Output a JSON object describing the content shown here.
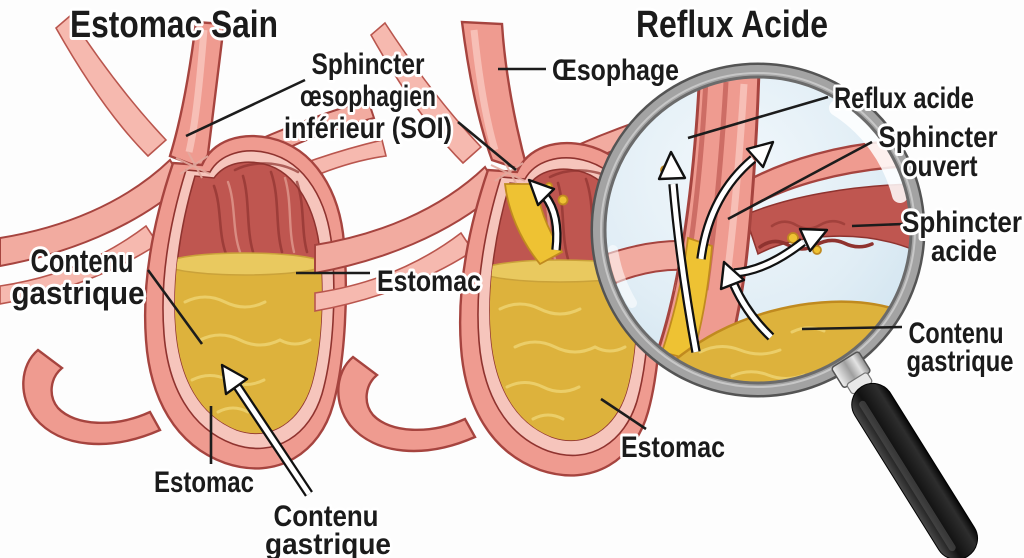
{
  "titles": {
    "healthy": "Estomac Sain",
    "reflux": "Reflux Acide"
  },
  "labels": {
    "soi": [
      "Sphincter",
      "œsophagien",
      "inférieur (SOI)"
    ],
    "oesophage": "Œsophage",
    "reflux_acide": "Reflux acide",
    "sphincter_ouvert": [
      "Sphincter",
      "ouvert"
    ],
    "sphincter_acide": [
      "Sphincter",
      "acide"
    ],
    "contenu_left": [
      "Contenu",
      "gastrique"
    ],
    "contenu_right": [
      "Contenu",
      "gastrique"
    ],
    "contenu_bottom": [
      "Contenu",
      "gastrique"
    ],
    "estomac_center": "Estomac",
    "estomac_left": "Estomac",
    "estomac_bottom": "Estomac"
  },
  "icons": {
    "magnifier": "magnifying-glass",
    "arrows": "reflux-direction-arrow"
  },
  "colors": {
    "background": "#fdfdfd",
    "text": "#1b1b1b",
    "leader_line": "#1c1c1c",
    "wall_outer": "#ef9b90",
    "wall_light": "#f6c5bc",
    "wall_outline": "#a6443f",
    "mucosa_dark": "#bf5650",
    "mucosa_line": "#8f332f",
    "gastric_yellow": "#ddb23c",
    "gastric_light": "#ecd06e",
    "acid_bright": "#eec233",
    "acid_outline": "#c08a1f",
    "lens_glass": "#d9eaf4",
    "lens_rim": "#9a9a9a",
    "handle_black": "#1d1d1d"
  }
}
